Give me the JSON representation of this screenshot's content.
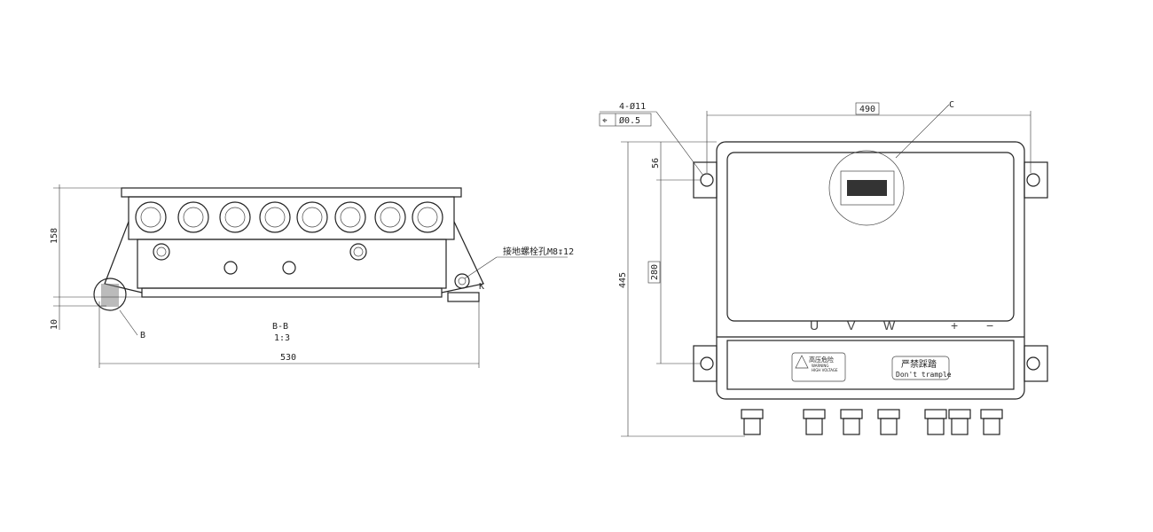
{
  "side_view": {
    "dim_height": "158",
    "dim_bottom": "10",
    "dim_width": "530",
    "section_label": "B-B",
    "scale": "1:3",
    "detail_b": "B",
    "ground_note": "接地螺栓孔M8↧12",
    "detail_k": "K"
  },
  "top_view": {
    "hole_spec": "4-Ø11",
    "position_tolerance_symbol": "⌖",
    "position_tolerance": "Ø0.5",
    "dim_width": "490",
    "detail_c": "C",
    "dim_56": "56",
    "dim_280": "280",
    "dim_445": "445",
    "terminals": [
      "U",
      "V",
      "W",
      "+",
      "−"
    ],
    "warning_label": {
      "title": "高压危险",
      "en1": "WARNING",
      "en2": "HIGH VOLTAGE"
    },
    "trample_label": {
      "cn": "严禁踩踏",
      "en": "Don't trample"
    }
  }
}
